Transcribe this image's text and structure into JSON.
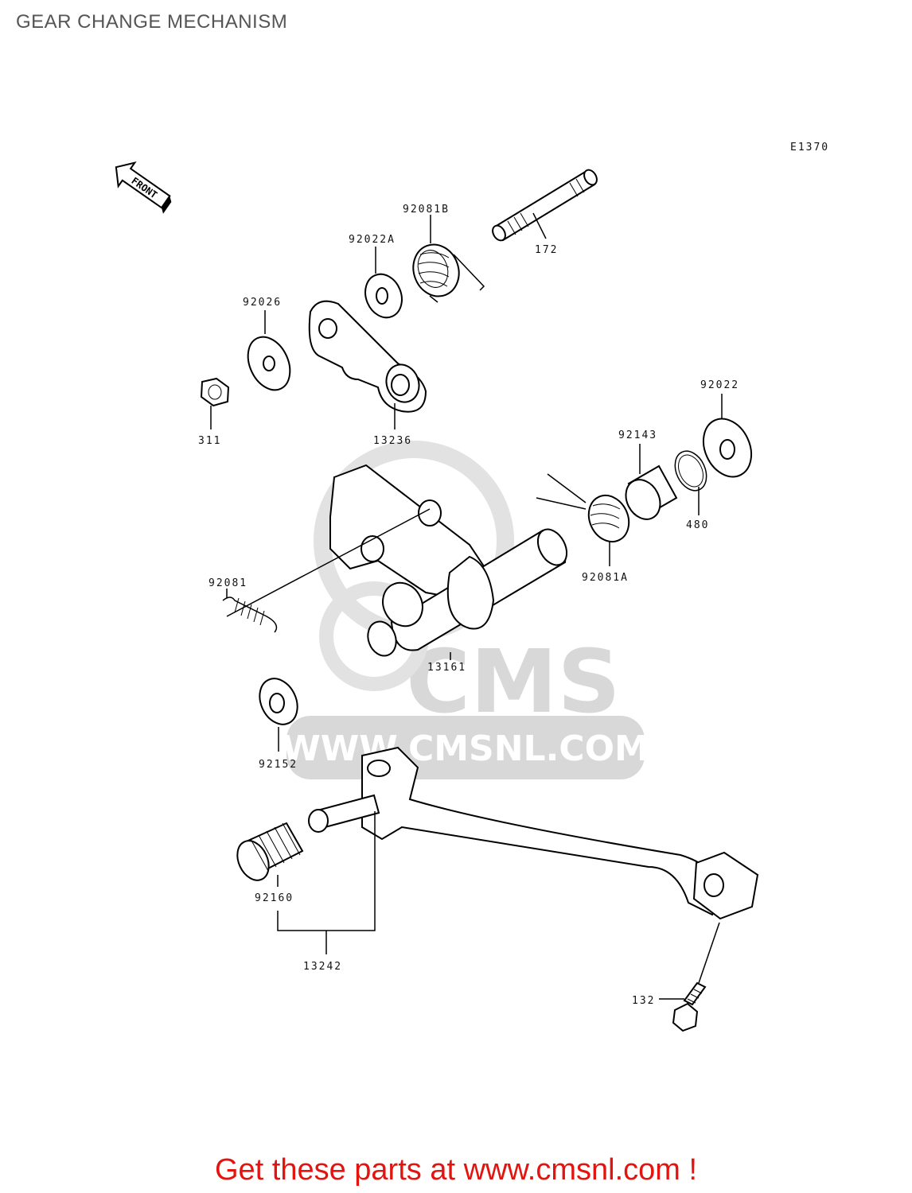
{
  "page": {
    "title": "GEAR CHANGE MECHANISM",
    "diagram_code": "E1370",
    "front_label": "FRONT",
    "footer": "Get these parts at www.cmsnl.com !"
  },
  "watermark": {
    "logo_text": "CMS",
    "url_text": "WWW.CMSNL.COM"
  },
  "parts": [
    {
      "id": "92081B"
    },
    {
      "id": "92022A"
    },
    {
      "id": "172"
    },
    {
      "id": "92026"
    },
    {
      "id": "311"
    },
    {
      "id": "13236"
    },
    {
      "id": "92022"
    },
    {
      "id": "92143"
    },
    {
      "id": "480"
    },
    {
      "id": "92081A"
    },
    {
      "id": "92081"
    },
    {
      "id": "13161"
    },
    {
      "id": "92152"
    },
    {
      "id": "92160"
    },
    {
      "id": "13242"
    },
    {
      "id": "132"
    }
  ]
}
